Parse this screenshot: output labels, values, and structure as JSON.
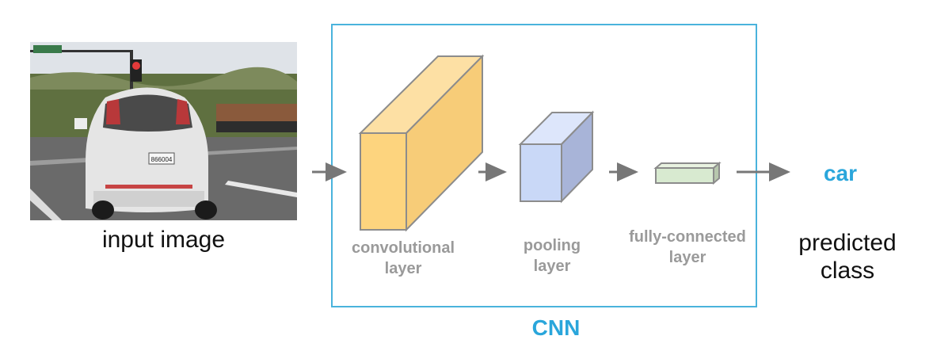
{
  "input": {
    "label": "input image",
    "plate_text": "866004"
  },
  "cnn": {
    "title": "CNN",
    "box_color": "#4ab3dc",
    "layers": [
      {
        "line1": "convolutional",
        "line2": "layer",
        "color": "#fdd47e"
      },
      {
        "line1": "pooling",
        "line2": "layer",
        "color": "#c9d8f7"
      },
      {
        "line1": "fully-connected",
        "line2": "layer",
        "color": "#d8ead0"
      }
    ]
  },
  "output": {
    "value": "car",
    "label_line1": "predicted",
    "label_line2": "class",
    "value_color": "#2aa6db"
  },
  "arrow_color": "#777777"
}
